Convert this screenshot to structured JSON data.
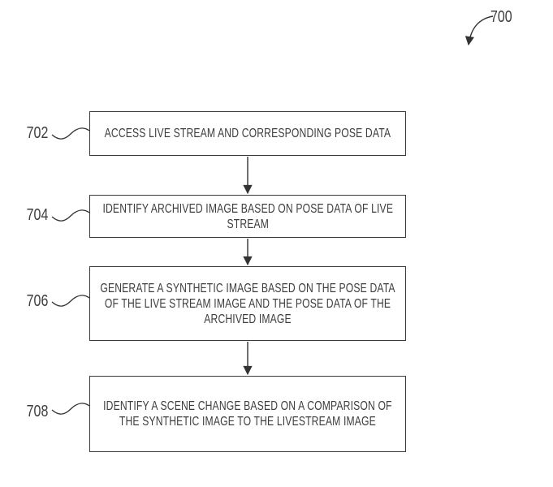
{
  "figure": {
    "reference": "700"
  },
  "flowchart": {
    "steps": [
      {
        "ref": "702",
        "text": "ACCESS LIVE STREAM AND CORRESPONDING POSE DATA"
      },
      {
        "ref": "704",
        "text": "IDENTIFY ARCHIVED IMAGE BASED ON POSE DATA OF LIVE\nSTREAM"
      },
      {
        "ref": "706",
        "text": "GENERATE A SYNTHETIC IMAGE BASED ON THE POSE DATA\nOF THE LIVE STREAM IMAGE AND THE POSE DATA OF THE\nARCHIVED IMAGE"
      },
      {
        "ref": "708",
        "text": "IDENTIFY A SCENE CHANGE BASED ON A COMPARISON OF\nTHE SYNTHETIC IMAGE TO THE LIVESTREAM IMAGE"
      }
    ]
  },
  "colors": {
    "line": "#333333",
    "text": "#3d3d3d",
    "background": "#ffffff"
  }
}
